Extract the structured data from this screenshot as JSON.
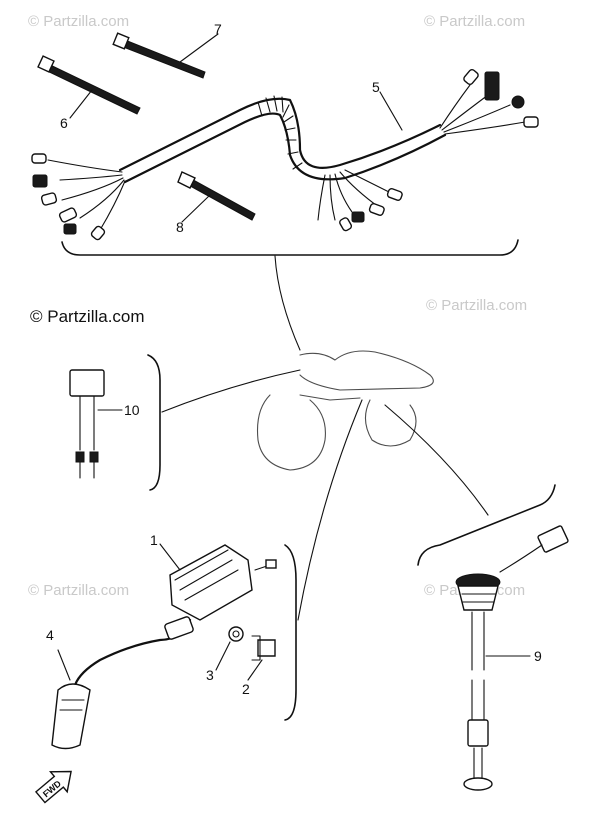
{
  "watermarks": {
    "top_left": "© Partzilla.com",
    "top_right": "© Partzilla.com",
    "mid_left": "© Partzilla.com",
    "mid_right": "© Partzilla.com",
    "low_left": "© Partzilla.com",
    "low_right": "© Partzilla.com"
  },
  "copyright": "© Partzilla.com",
  "callouts": {
    "c1": "1",
    "c2": "2",
    "c3": "3",
    "c4": "4",
    "c5": "5",
    "c6": "6",
    "c7": "7",
    "c8": "8",
    "c9": "9",
    "c10": "10"
  },
  "fwd_label": "FWD"
}
